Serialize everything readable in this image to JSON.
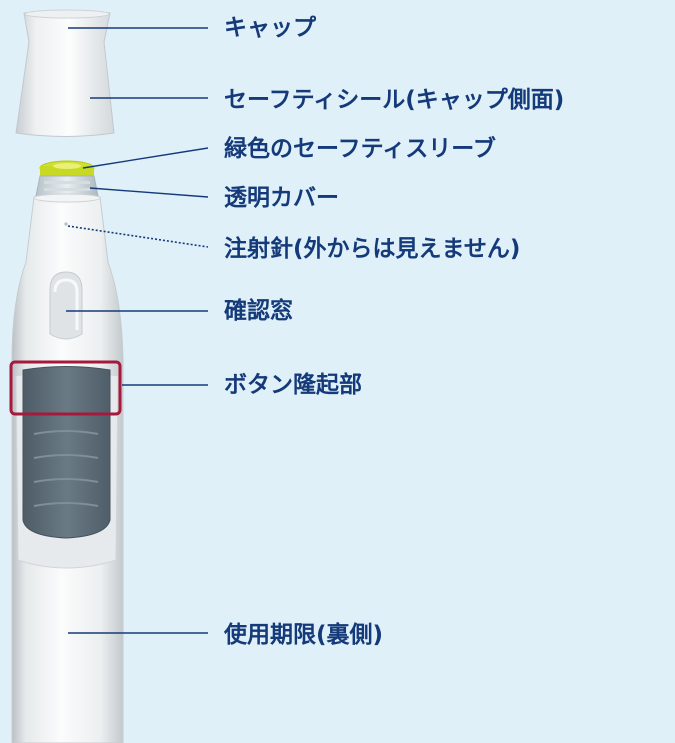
{
  "colors": {
    "background": "#e0f0f9",
    "label_text": "#143a7a",
    "leader_line": "#143a7a",
    "button_highlight": "#a6193c",
    "safety_sleeve": "#cfe12a",
    "button": "#5e6f7b"
  },
  "labels": {
    "cap": "キャップ",
    "safety_seal": "セーフティシール(キャップ側面)",
    "safety_sleeve": "緑色のセーフティスリーブ",
    "transparent_cover": "透明カバー",
    "needle": "注射針(外からは見えません)",
    "confirmation_window": "確認窓",
    "button_ridge": "ボタン隆起部",
    "expiry_date": "使用期限(裏側)"
  }
}
